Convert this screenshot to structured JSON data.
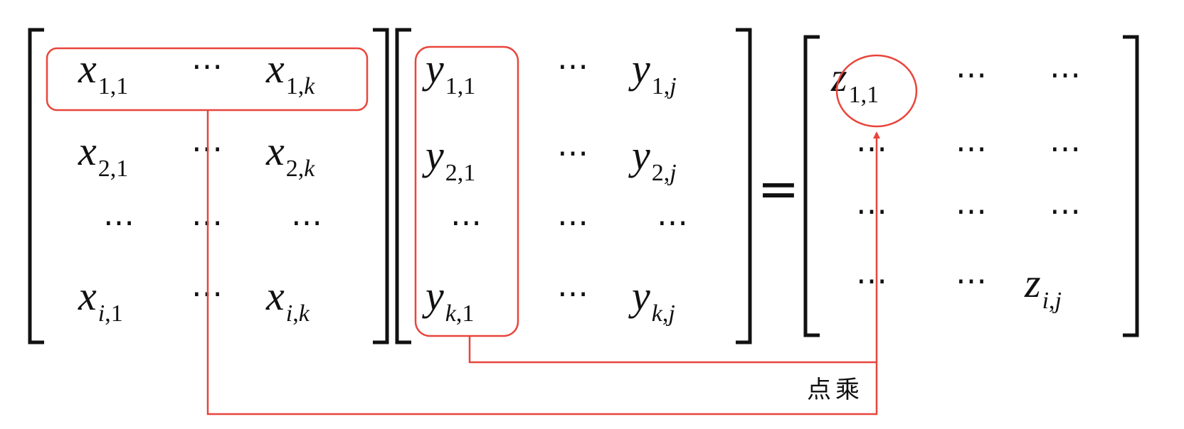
{
  "colors": {
    "highlight": "#e8453c",
    "text": "#111111",
    "background": "#ffffff"
  },
  "matrix_x": {
    "rows": [
      [
        {
          "v": "x",
          "s": "1,1"
        },
        {
          "d": "⋯"
        },
        {
          "v": "x",
          "s": "1,k"
        }
      ],
      [
        {
          "v": "x",
          "s": "2,1"
        },
        {
          "d": "⋯"
        },
        {
          "v": "x",
          "s": "2,k"
        }
      ],
      [
        {
          "d": "⋯"
        },
        {
          "d": "⋯"
        },
        {
          "d": "⋯"
        }
      ],
      [
        {
          "v": "x",
          "s": "i,1"
        },
        {
          "d": "⋯"
        },
        {
          "v": "x",
          "s": "i,k"
        }
      ]
    ]
  },
  "matrix_y": {
    "rows": [
      [
        {
          "v": "y",
          "s": "1,1"
        },
        {
          "d": "⋯"
        },
        {
          "v": "y",
          "s": "1,j"
        }
      ],
      [
        {
          "v": "y",
          "s": "2,1"
        },
        {
          "d": "⋯"
        },
        {
          "v": "y",
          "s": "2,j"
        }
      ],
      [
        {
          "d": "⋯"
        },
        {
          "d": "⋯"
        },
        {
          "d": "⋯"
        }
      ],
      [
        {
          "v": "y",
          "s": "k,1"
        },
        {
          "d": "⋯"
        },
        {
          "v": "y",
          "s": "k,j"
        }
      ]
    ]
  },
  "matrix_z": {
    "rows": [
      [
        {
          "v": "z",
          "s": "1,1"
        },
        {
          "d": "⋯"
        },
        {
          "d": "⋯"
        }
      ],
      [
        {
          "d": "⋯"
        },
        {
          "d": "⋯"
        },
        {
          "d": "⋯"
        }
      ],
      [
        {
          "d": "⋯"
        },
        {
          "d": "⋯"
        },
        {
          "d": "⋯"
        }
      ],
      [
        {
          "d": "⋯"
        },
        {
          "d": "⋯"
        },
        {
          "v": "z",
          "s": "i,j"
        }
      ]
    ]
  },
  "equals_sign": "=",
  "operation_label": "点乘"
}
